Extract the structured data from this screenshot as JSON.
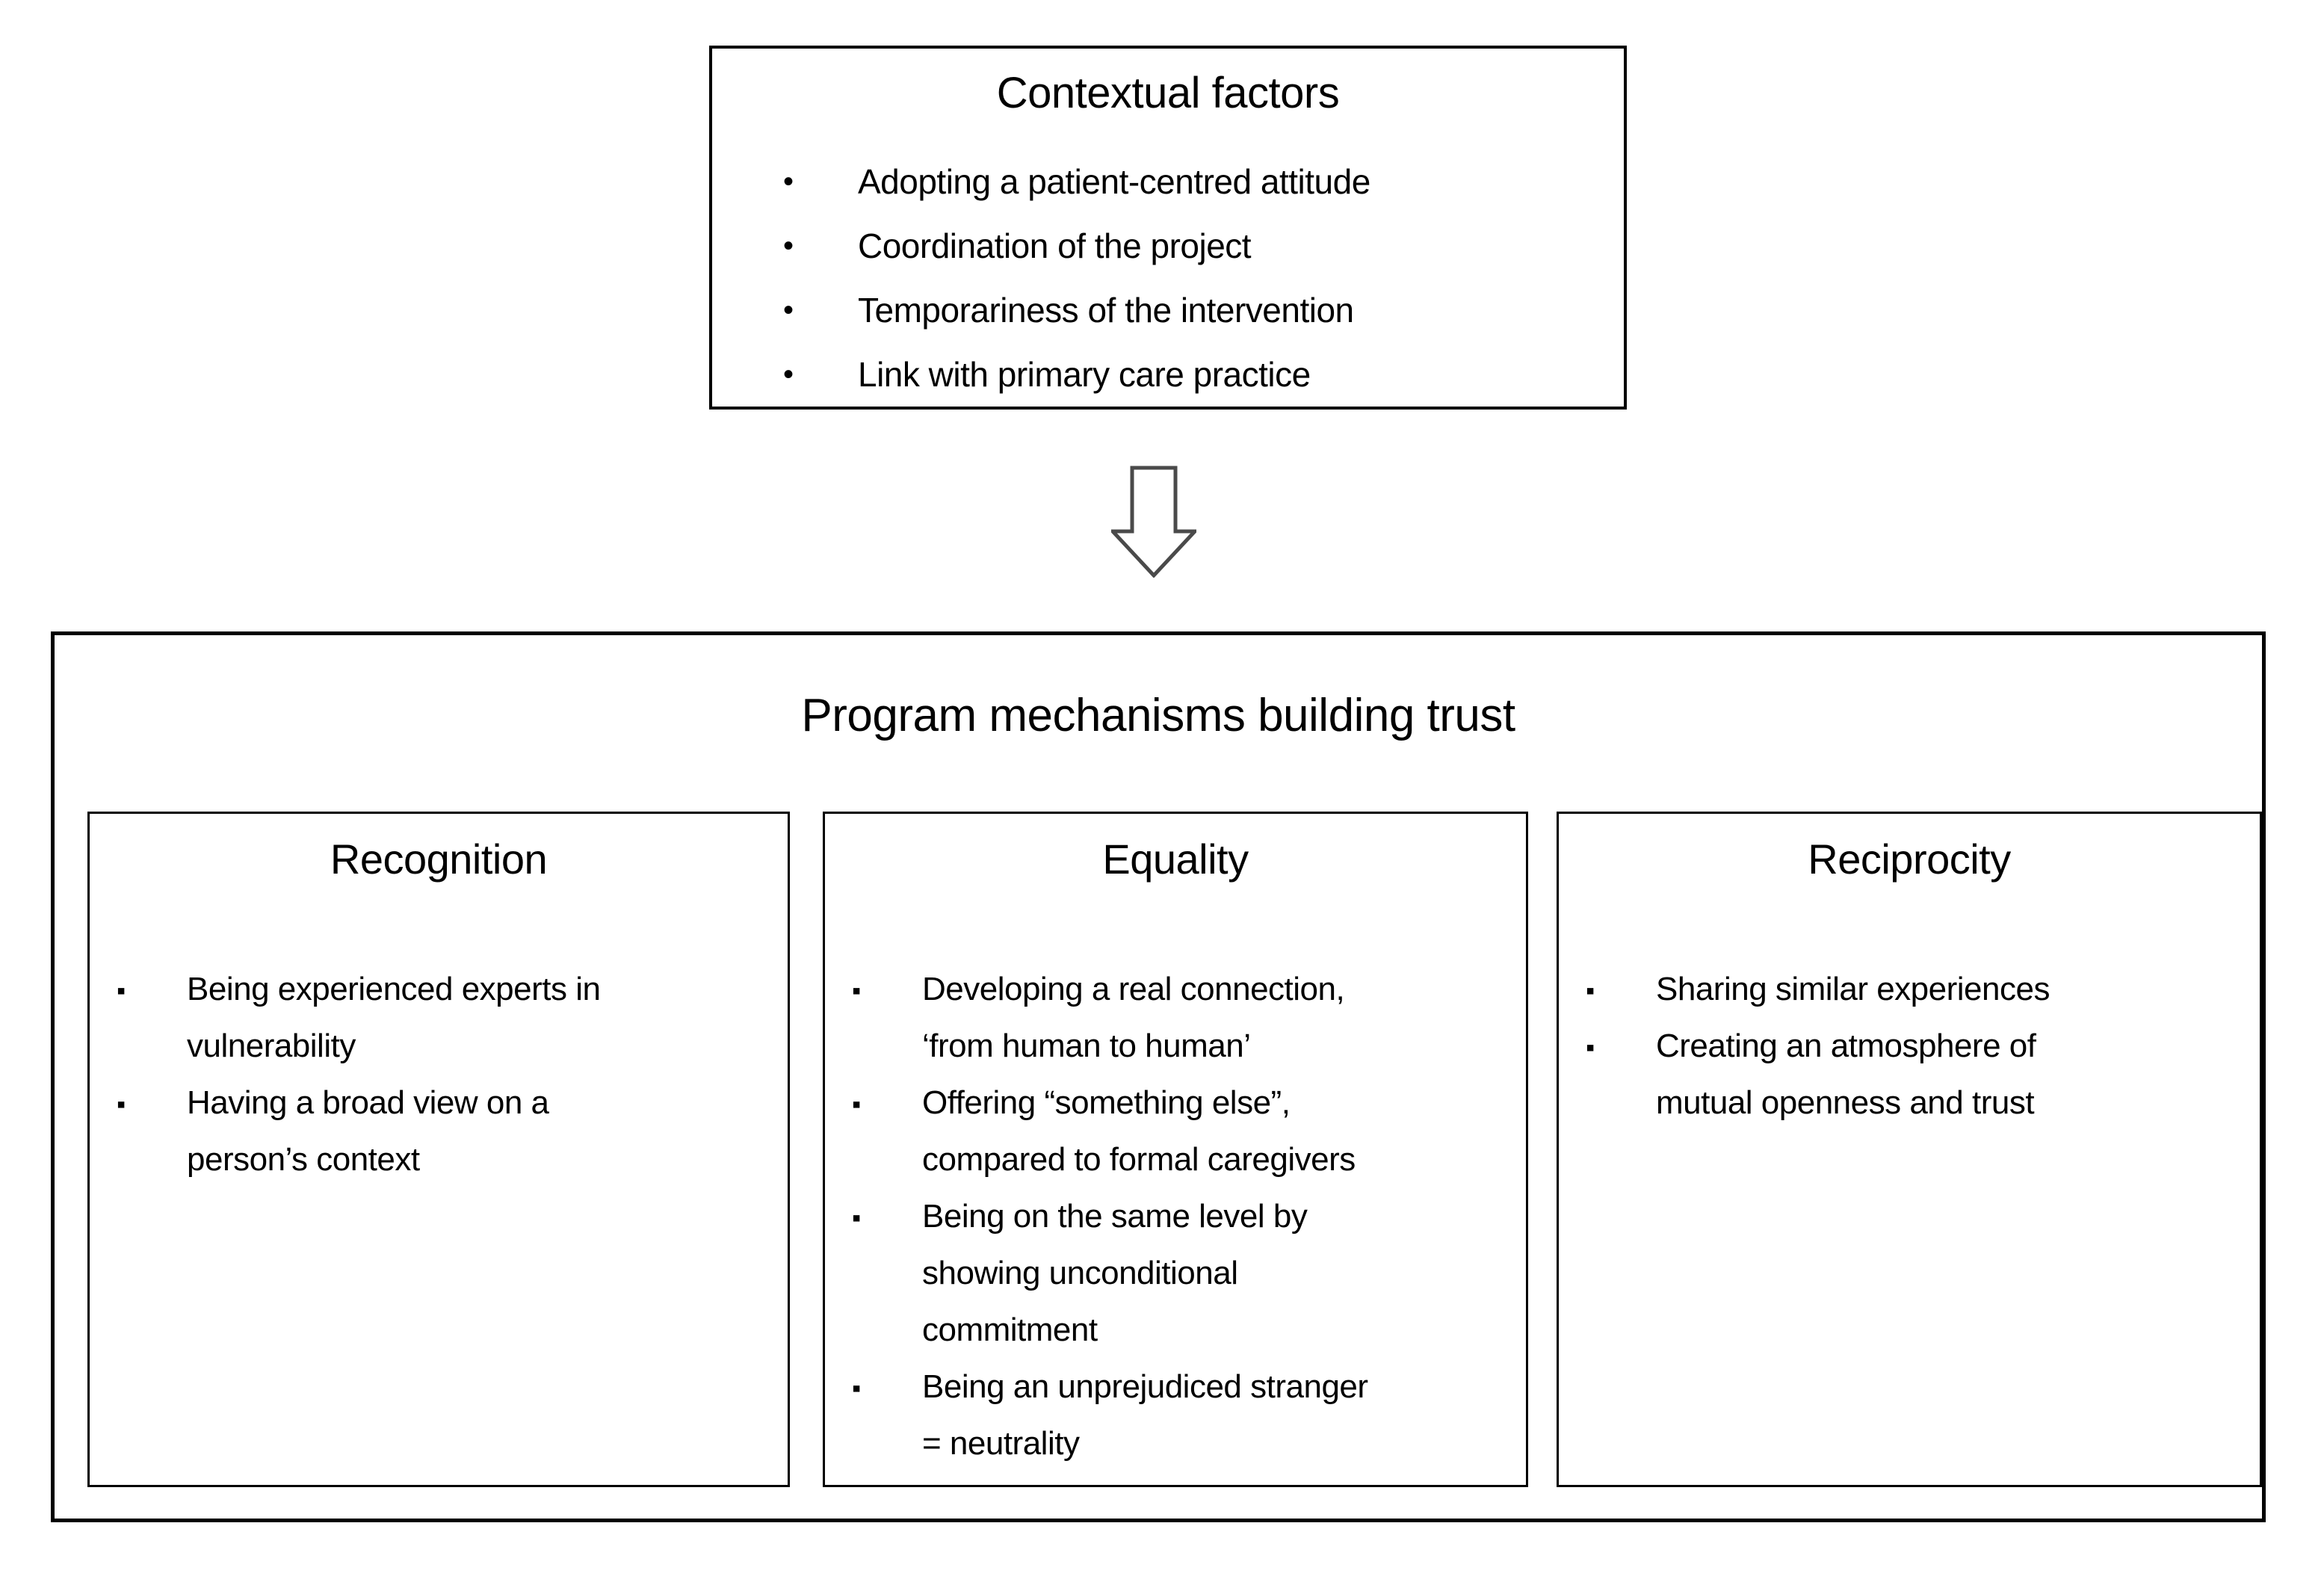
{
  "diagram": {
    "bullets": {
      "round": "•",
      "square": "▪"
    },
    "contextual_box": {
      "title": "Contextual factors",
      "items": [
        "Adopting a patient-centred attitude",
        "Coordination of the project",
        "Temporariness of the intervention",
        "Link with primary care practice"
      ]
    },
    "program_box": {
      "title": "Program mechanisms building trust",
      "columns": [
        {
          "title": "Recognition",
          "items": [
            "Being experienced experts in vulnerability",
            "Having a broad view on a person’s context"
          ]
        },
        {
          "title": "Equality",
          "items": [
            "Developing a real connection, ‘from human to human’",
            "Offering “something else”, compared to formal caregivers",
            "Being on the same level by showing unconditional commitment",
            "Being an unprejudiced stranger = neutrality"
          ]
        },
        {
          "title": "Reciprocity",
          "items": [
            "Sharing similar experiences",
            "Creating an atmosphere of mutual openness and trust"
          ]
        }
      ]
    },
    "colors": {
      "border": "#000000",
      "text": "#000000",
      "background": "#ffffff",
      "arrow_outline": "#4a4a4a"
    }
  }
}
